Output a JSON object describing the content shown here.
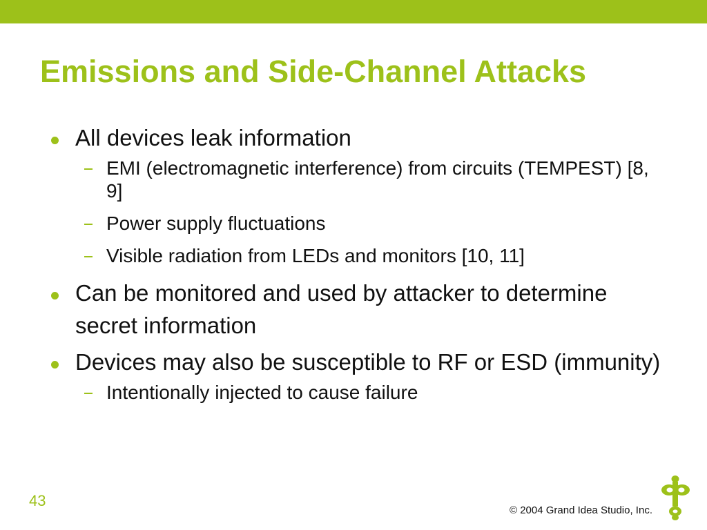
{
  "slide": {
    "title": "Emissions and Side-Channel Attacks",
    "page_number": "43",
    "copyright": "© 2004 Grand Idea Studio, Inc."
  },
  "bullets": [
    {
      "text": "All devices leak information",
      "sub": [
        "EMI (electromagnetic interference) from circuits (TEMPEST) [8, 9]",
        "Power supply fluctuations",
        "Visible radiation from LEDs and monitors [10, 11]"
      ]
    },
    {
      "text": "Can be monitored and used by attacker to determine secret information",
      "sub": []
    },
    {
      "text": "Devices may also be susceptible to RF or ESD (immunity)",
      "sub": [
        "Intentionally injected to cause failure"
      ]
    }
  ],
  "colors": {
    "accent": "#9dc11a",
    "text": "#111111",
    "background": "#ffffff"
  },
  "icons": {
    "logo": "grand-idea-studio-logo-icon"
  }
}
